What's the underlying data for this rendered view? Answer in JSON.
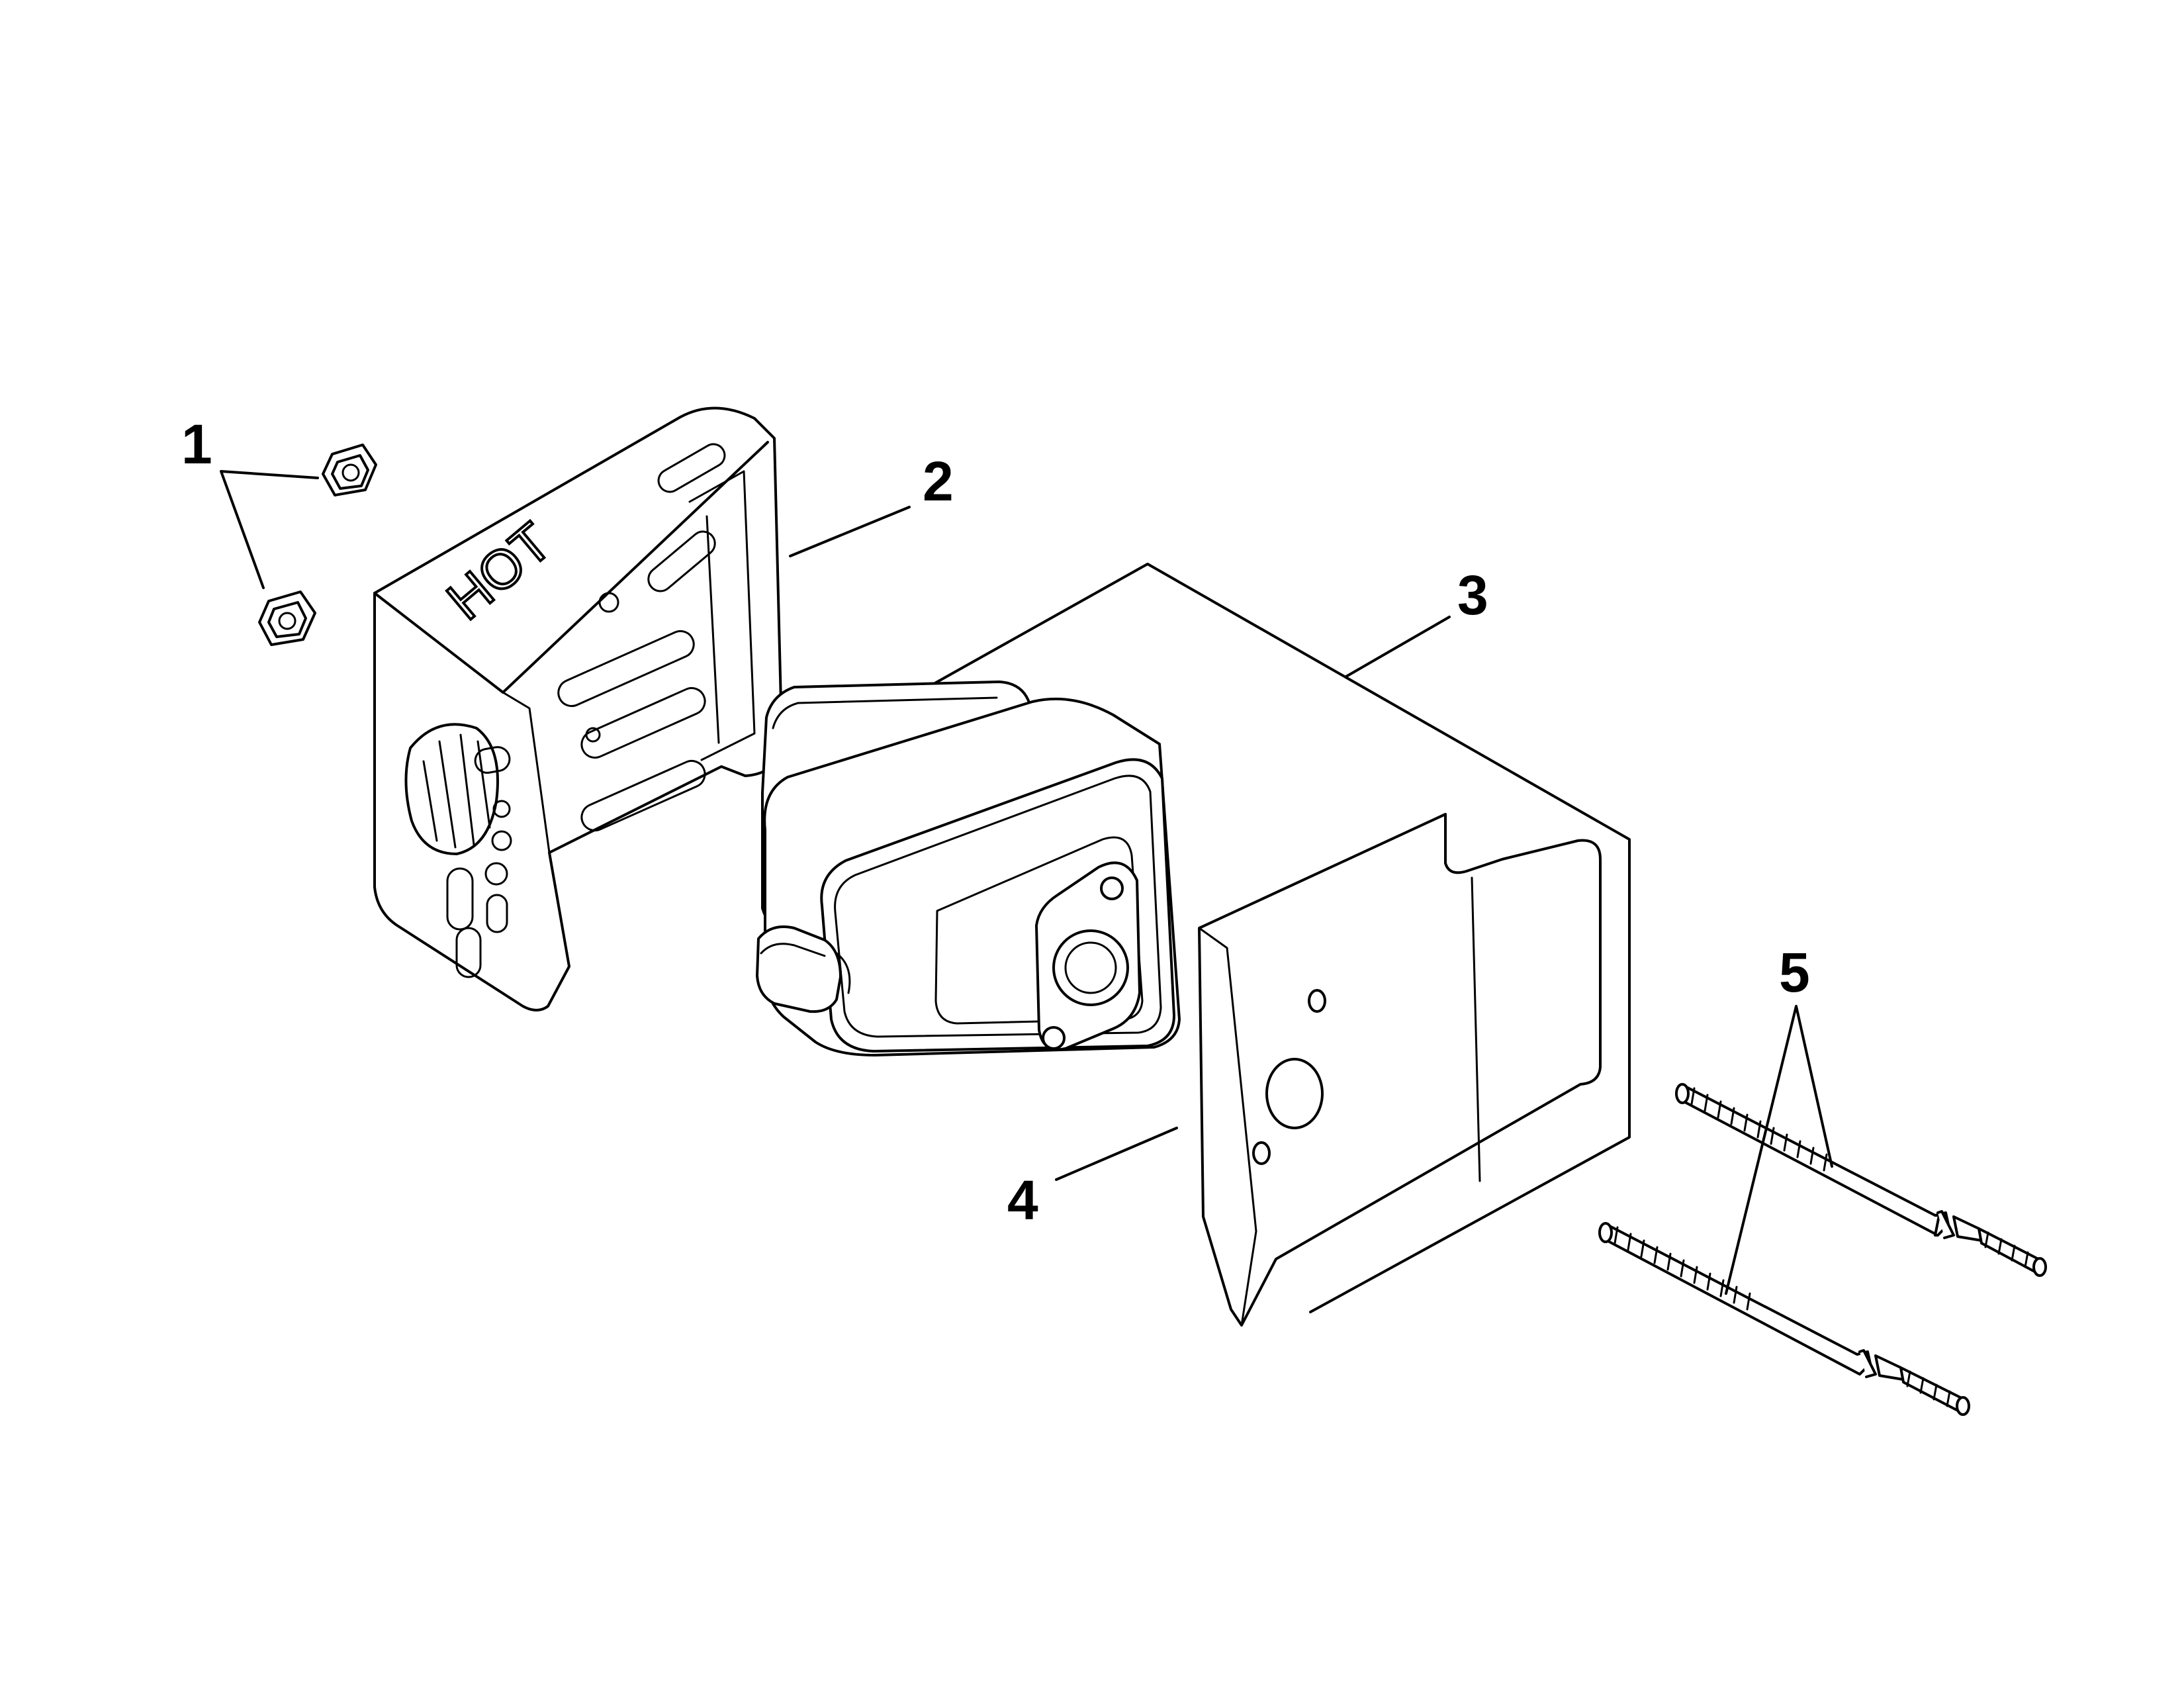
{
  "diagram": {
    "callouts": [
      {
        "id": "1",
        "label": "1"
      },
      {
        "id": "2",
        "label": "2"
      },
      {
        "id": "3",
        "label": "3"
      },
      {
        "id": "4",
        "label": "4"
      },
      {
        "id": "5",
        "label": "5"
      }
    ],
    "shield_stamp": "HOT",
    "colors": {
      "line": "#000000",
      "background": "#ffffff"
    }
  }
}
